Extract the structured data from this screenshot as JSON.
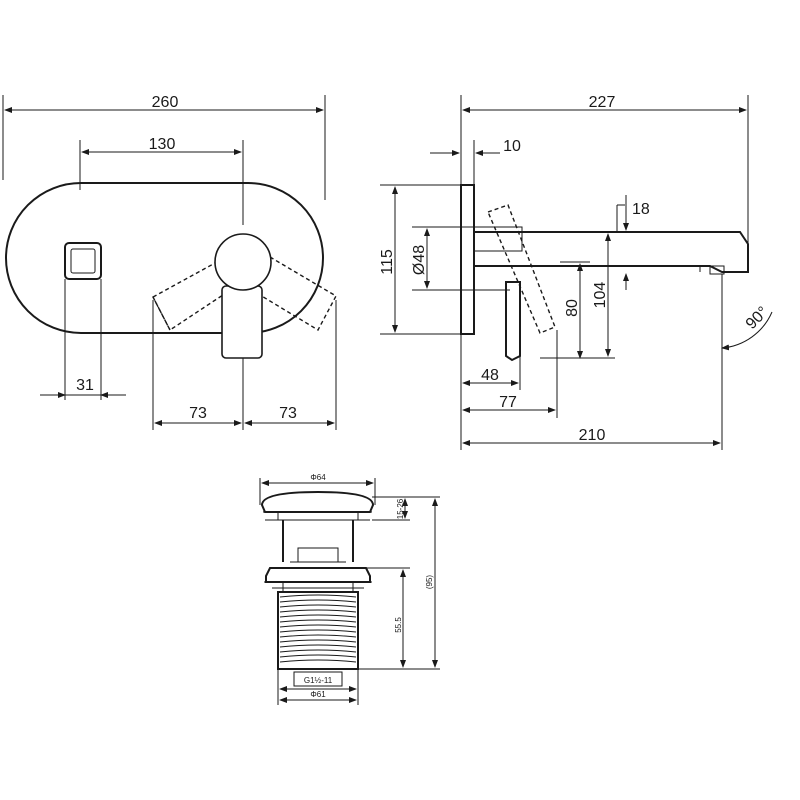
{
  "front_view": {
    "overall_width": "260",
    "center_spacing": "130",
    "left_reach": "73",
    "right_reach": "73",
    "outlet_width": "31"
  },
  "side_view": {
    "overall_depth": "227",
    "plate_thickness": "10",
    "height": "115",
    "diameter": "Ø48",
    "spout_height": "18",
    "handle_drop": "80",
    "spout_drop": "104",
    "handle_offset": "48",
    "handle_reach": "77",
    "spout_reach": "210",
    "angle": "90°"
  },
  "waste_view": {
    "cap_diameter": "Φ64",
    "lift_height": "15-26",
    "total_height": "(95)",
    "body_height": "55.5",
    "thread_spec": "G1½-11",
    "base_diameter": "Φ61"
  }
}
